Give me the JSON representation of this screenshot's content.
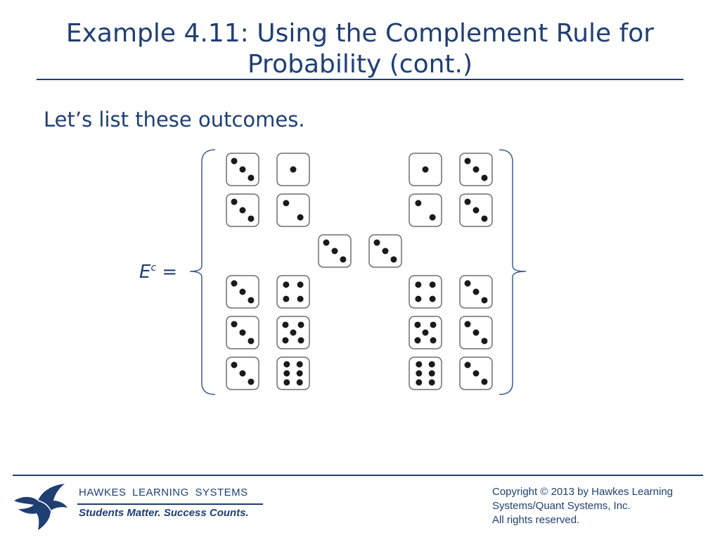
{
  "slide": {
    "title_line1": "Example 4.11: Using the Complement Rule for",
    "title_line2": "Probability (cont.)",
    "subtitle": "Let’s list these outcomes."
  },
  "set_label": {
    "letter": "E",
    "superscript": "c",
    "equals": "="
  },
  "dice_pairs": [
    [
      3,
      1
    ],
    [
      3,
      2
    ],
    [
      3,
      3
    ],
    [
      3,
      4
    ],
    [
      3,
      5
    ],
    [
      3,
      6
    ],
    [
      1,
      3
    ],
    [
      2,
      3
    ],
    [
      4,
      3
    ],
    [
      5,
      3
    ],
    [
      6,
      3
    ]
  ],
  "footer": {
    "brand": "HAWKES LEARNING SYSTEMS",
    "tagline": "Students Matter. Success Counts.",
    "copyright_line1": "Copyright © 2013 by Hawkes Learning",
    "copyright_line2": "Systems/Quant Systems, Inc.",
    "copyright_line3": "All rights reserved."
  },
  "colors": {
    "accent": "#1f3f73",
    "bracket": "#3a5e96",
    "die_border": "#6f6f6f",
    "pip": "#1a1a1a"
  },
  "icons": [
    "eagle-logo-icon"
  ]
}
